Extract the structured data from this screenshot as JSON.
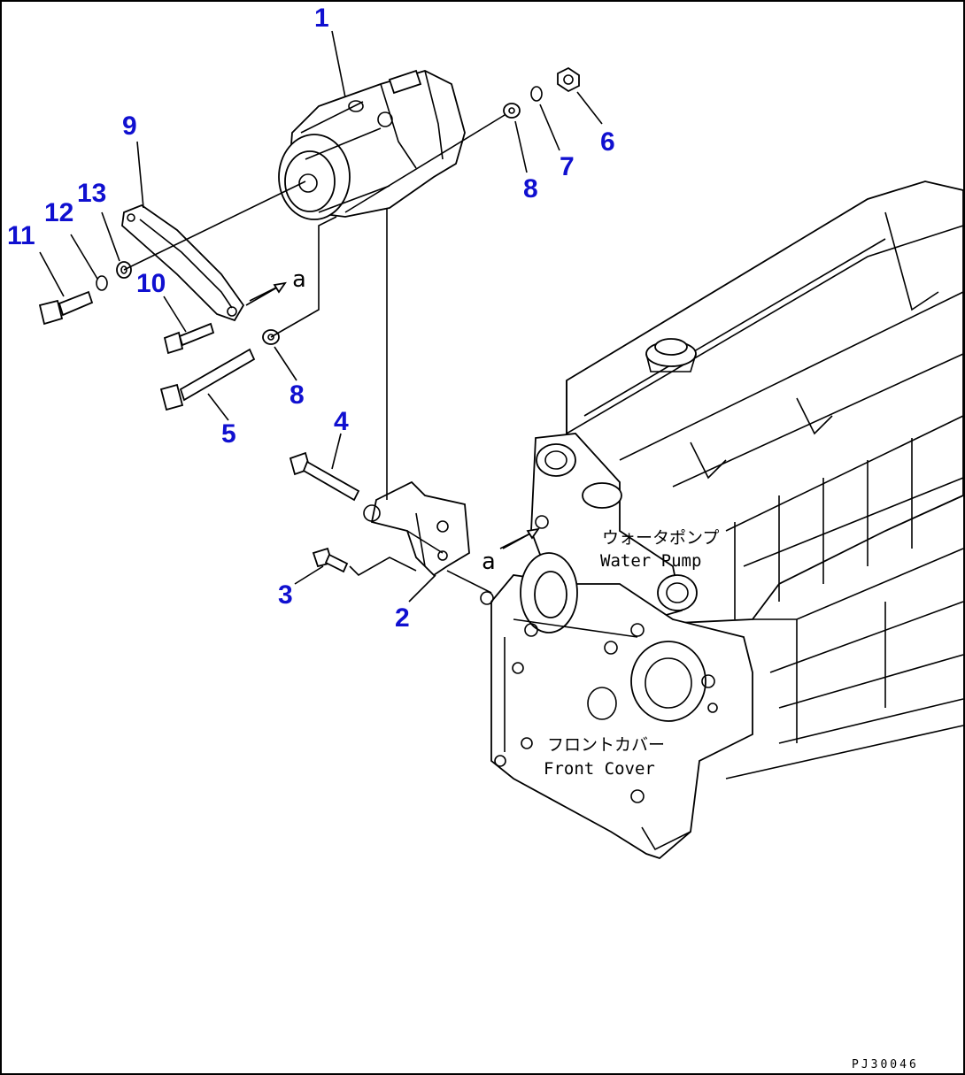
{
  "callouts": [
    {
      "id": "c1",
      "label": "1"
    },
    {
      "id": "c2",
      "label": "2"
    },
    {
      "id": "c3",
      "label": "3"
    },
    {
      "id": "c4",
      "label": "4"
    },
    {
      "id": "c5",
      "label": "5"
    },
    {
      "id": "c6",
      "label": "6"
    },
    {
      "id": "c7",
      "label": "7"
    },
    {
      "id": "c8a",
      "label": "8"
    },
    {
      "id": "c8b",
      "label": "8"
    },
    {
      "id": "c9",
      "label": "9"
    },
    {
      "id": "c10",
      "label": "10"
    },
    {
      "id": "c11",
      "label": "11"
    },
    {
      "id": "c12",
      "label": "12"
    },
    {
      "id": "c13",
      "label": "13"
    }
  ],
  "annotations": {
    "ref_a_1": "a",
    "ref_a_2": "a",
    "water_pump_jp": "ウォータポンプ",
    "water_pump_en": "Water Pump",
    "front_cover_jp": "フロントカバー",
    "front_cover_en": "Front Cover"
  },
  "drawing_code": "PJ30046",
  "colors": {
    "callout": "#1010d0",
    "line": "#000000",
    "background": "#ffffff"
  }
}
